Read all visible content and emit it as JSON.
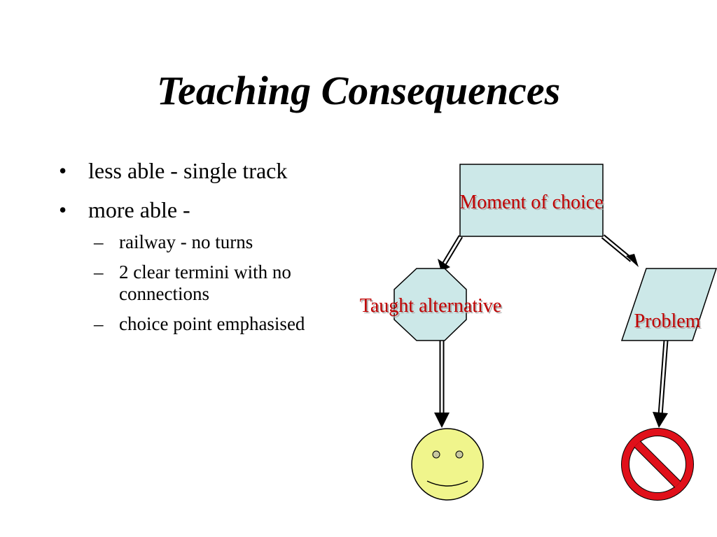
{
  "slide": {
    "title": "Teaching Consequences"
  },
  "bullets": [
    {
      "marker": "•",
      "text": "less able - single track"
    },
    {
      "marker": "•",
      "text": "more able -",
      "sub": [
        {
          "marker": "–",
          "text": "railway - no turns"
        },
        {
          "marker": "–",
          "text": "2 clear termini with no connections"
        },
        {
          "marker": "–",
          "text": "choice point emphasised"
        }
      ]
    }
  ],
  "diagram": {
    "nodes": {
      "choice": {
        "label": "Moment of choice",
        "shape": "rectangle"
      },
      "taught": {
        "label": "Taught alternative",
        "shape": "octagon"
      },
      "problem": {
        "label": "Problem",
        "shape": "parallelogram"
      },
      "happy": {
        "label": "",
        "shape": "smiley-face"
      },
      "stop": {
        "label": "",
        "shape": "prohibition-sign"
      }
    },
    "colors": {
      "box_fill": "#cce8e8",
      "label_text": "#c00000",
      "smiley_fill": "#f0f58c",
      "prohibition": "#e0101a",
      "outline": "#000000"
    }
  }
}
